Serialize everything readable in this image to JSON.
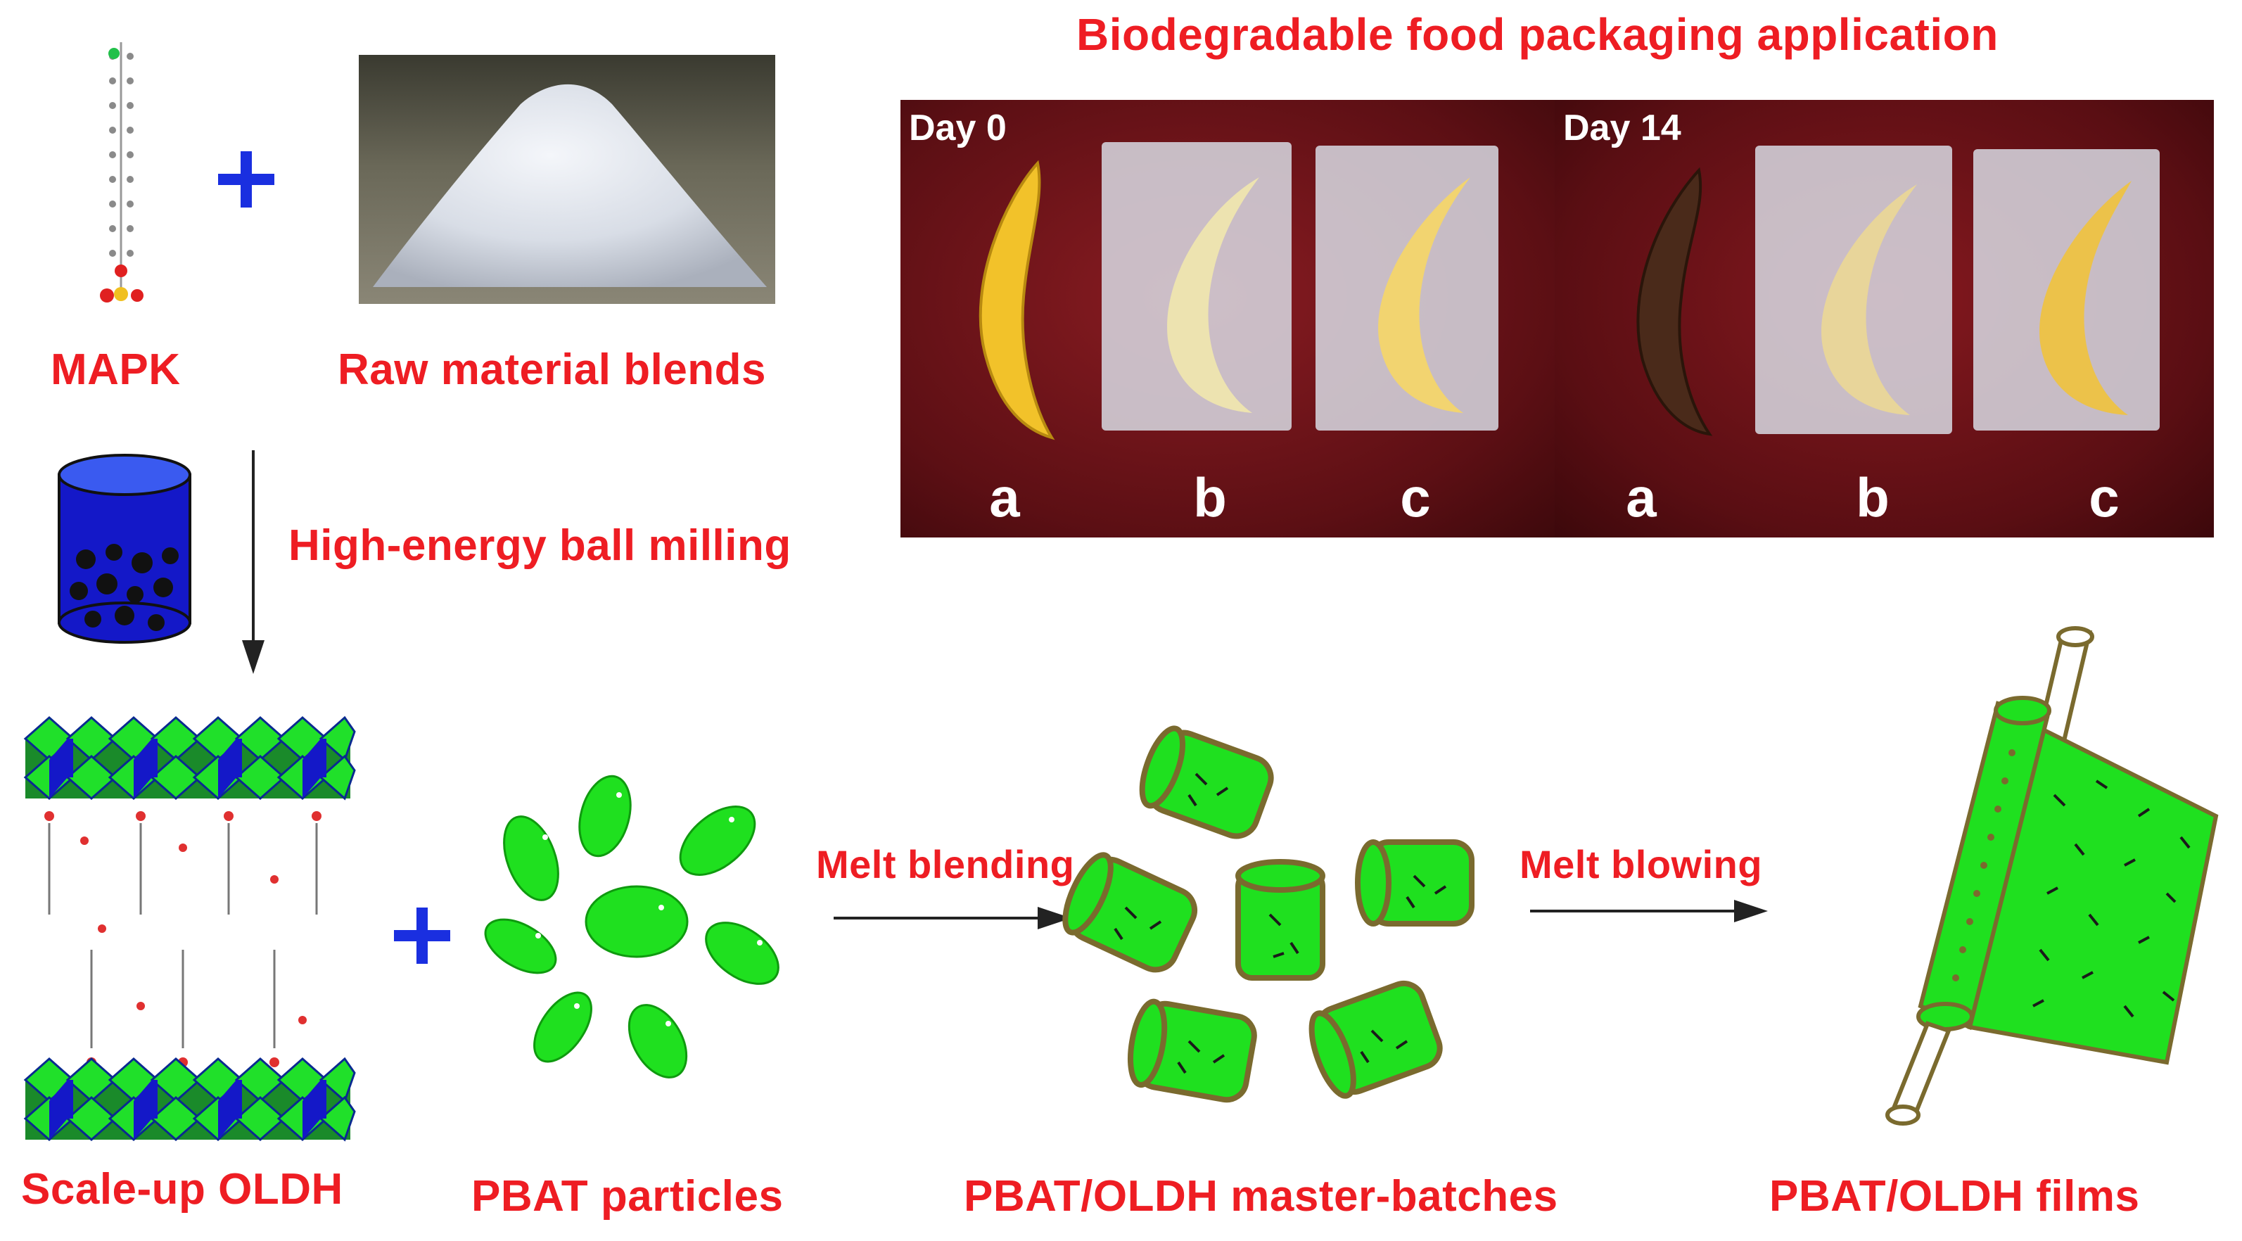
{
  "title": "Biodegradable food packaging application",
  "labels": {
    "mapk": "MAPK",
    "raw": "Raw material blends",
    "milling": "High-energy ball milling",
    "oldh": "Scale-up OLDH",
    "pbat": "PBAT particles",
    "masterbatch": "PBAT/OLDH master-batches",
    "films": "PBAT/OLDH films",
    "melt_blending": "Melt blending",
    "melt_blowing": "Melt blowing"
  },
  "photo": {
    "day0": "Day 0",
    "day14": "Day 14",
    "samples": [
      "a",
      "b",
      "c"
    ]
  },
  "colors": {
    "label_red": "#ee1d23",
    "plus_blue": "#1a2fe0",
    "green": "#1fe01f",
    "outline": "#7a6a2e",
    "cylinder_blue": "#1418c8",
    "photo_bg": "#5a0f14"
  }
}
